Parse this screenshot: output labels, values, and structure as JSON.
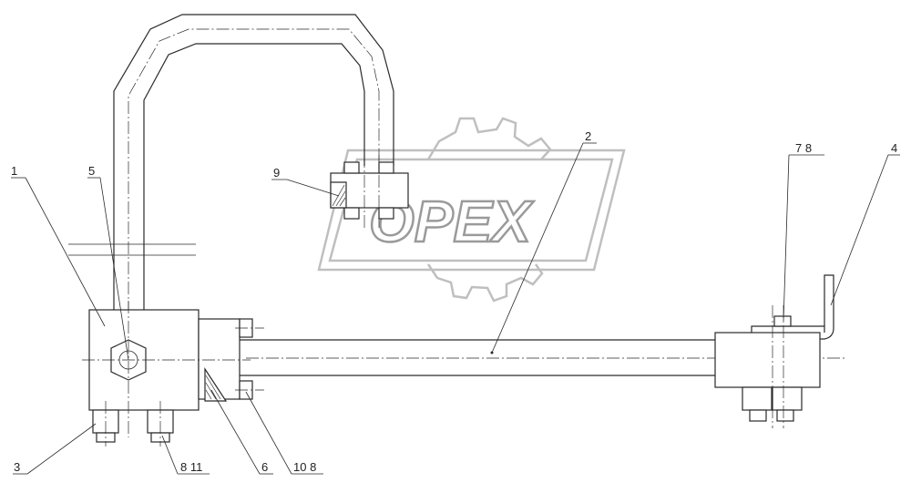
{
  "watermark": {
    "text": "OPEX",
    "subtext": ""
  },
  "callouts": [
    {
      "id": "c1",
      "label": "1"
    },
    {
      "id": "c2",
      "label": "2"
    },
    {
      "id": "c3",
      "label": "3"
    },
    {
      "id": "c4",
      "label": "4"
    },
    {
      "id": "c5",
      "label": "5"
    },
    {
      "id": "c6",
      "label": "6"
    },
    {
      "id": "c78",
      "label": "7 8"
    },
    {
      "id": "c811",
      "label": "8 11"
    },
    {
      "id": "c9",
      "label": "9"
    },
    {
      "id": "c108",
      "label": "10 8"
    }
  ],
  "colors": {
    "line": "#2a2a2a",
    "watermark": "#9a9a9a",
    "background": "#ffffff"
  }
}
